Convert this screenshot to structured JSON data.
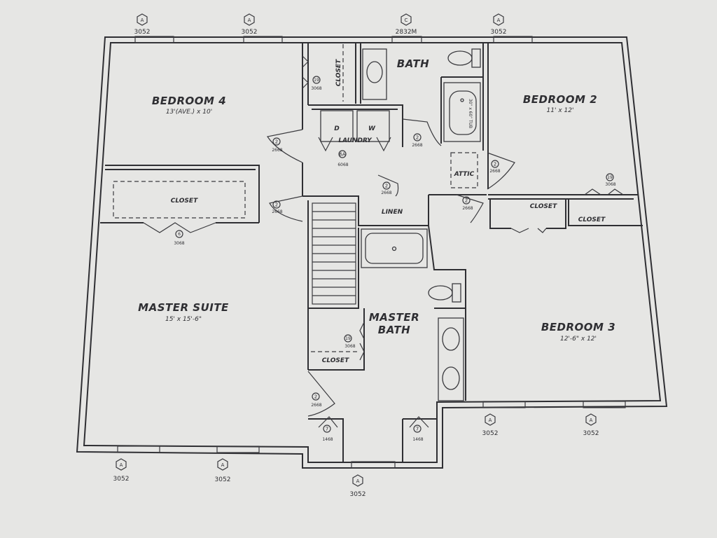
{
  "rooms": {
    "bedroom4": {
      "name": "BEDROOM 4",
      "dims": "13'(AVE.) x 10'"
    },
    "bedroom2": {
      "name": "BEDROOM 2",
      "dims": "11' x 12'"
    },
    "bedroom3": {
      "name": "BEDROOM 3",
      "dims": "12'-6\" x 12'"
    },
    "master_suite": {
      "name": "MASTER SUITE",
      "dims": "15' x 15'-6\""
    },
    "master_bath": {
      "line1": "MASTER",
      "line2": "BATH"
    },
    "bath": "BATH",
    "laundry": "LAUNDRY",
    "linen": "LINEN",
    "attic": "ATTIC",
    "closet": "CLOSET"
  },
  "appliances": {
    "dryer": "D",
    "washer": "W"
  },
  "window_tags": {
    "top": [
      {
        "letter": "A",
        "code": "3052"
      },
      {
        "letter": "A",
        "code": "3052"
      },
      {
        "letter": "C",
        "code": "2832M"
      },
      {
        "letter": "A",
        "code": "3052"
      }
    ],
    "bottom_left": [
      {
        "letter": "A",
        "code": "3052"
      },
      {
        "letter": "A",
        "code": "3052"
      }
    ],
    "bottom_center": {
      "letter": "A",
      "code": "3052"
    },
    "bottom_right": [
      {
        "letter": "A",
        "code": "3052"
      },
      {
        "letter": "A",
        "code": "3052"
      }
    ]
  },
  "door_tags": {
    "d2": "2",
    "d2668": "2668",
    "d6a": "6A",
    "d6068": "6068",
    "d3068": "3068",
    "d19": "19",
    "d6": "6",
    "d7": "7",
    "d1468": "1468"
  },
  "tub_note": "30\" x 60\" TUB"
}
